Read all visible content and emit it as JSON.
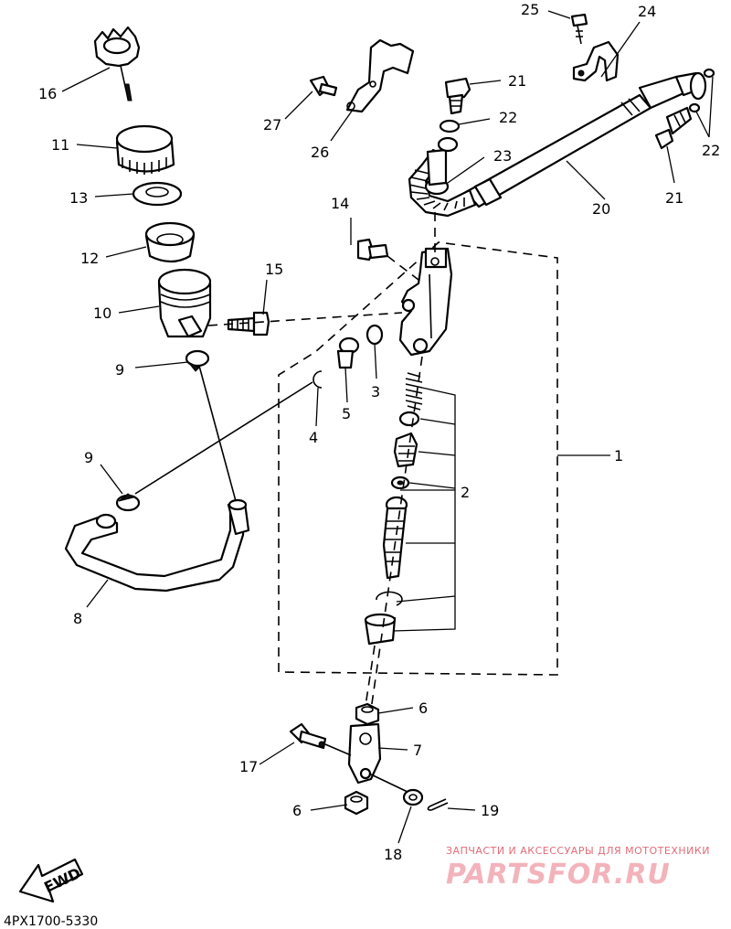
{
  "diagram": {
    "code": "4PX1700-5330",
    "direction_label": "FWD",
    "part_labels": {
      "p1": "1",
      "p2": "2",
      "p3": "3",
      "p4": "4",
      "p5": "5",
      "p6a": "6",
      "p6b": "6",
      "p7": "7",
      "p8": "8",
      "p9a": "9",
      "p9b": "9",
      "p10": "10",
      "p11": "11",
      "p12": "12",
      "p13": "13",
      "p14": "14",
      "p15": "15",
      "p16": "16",
      "p17": "17",
      "p18": "18",
      "p19": "19",
      "p20": "20",
      "p21a": "21",
      "p21b": "21",
      "p22a": "22",
      "p22b": "22",
      "p23": "23",
      "p24": "24",
      "p25": "25",
      "p26": "26",
      "p27": "27"
    }
  },
  "watermark": {
    "tagline": "ЗАПЧАСТИ И АКСЕССУАРЫ ДЛЯ МОТОТЕХНИКИ",
    "logo": "PARTSFOR.RU"
  }
}
